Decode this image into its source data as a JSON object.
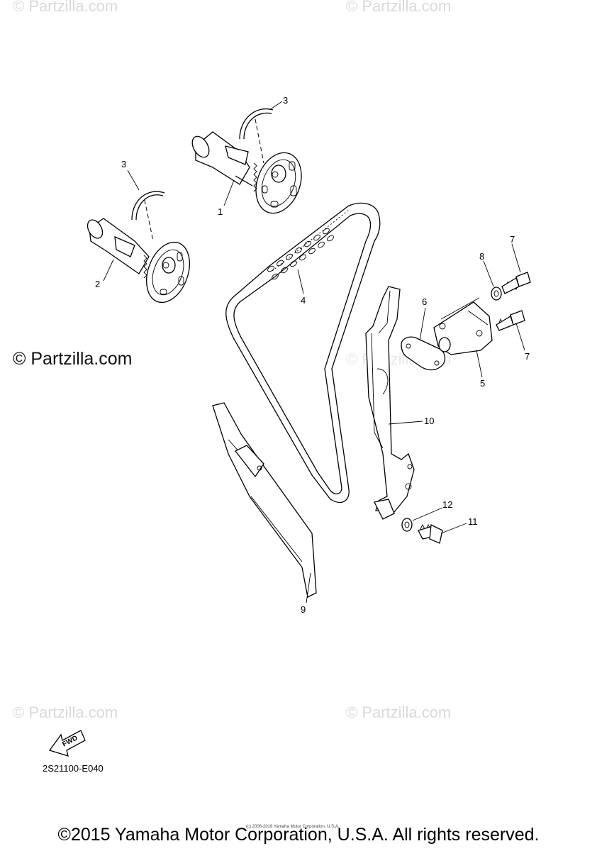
{
  "watermarks": {
    "main": "© Partzilla.com",
    "faint": "© Partzilla.com"
  },
  "callouts": [
    "1",
    "2",
    "3",
    "3",
    "4",
    "5",
    "6",
    "7",
    "7",
    "8",
    "9",
    "10",
    "11",
    "12"
  ],
  "fwd_label": "FWD",
  "diagram_code": "2S21100-E040",
  "small_copyright": "(c) 2006-2016 Yamaha Motor Corporation, U.S.A.",
  "footer": "©2015 Yamaha Motor Corporation, U.S.A. All rights reserved."
}
